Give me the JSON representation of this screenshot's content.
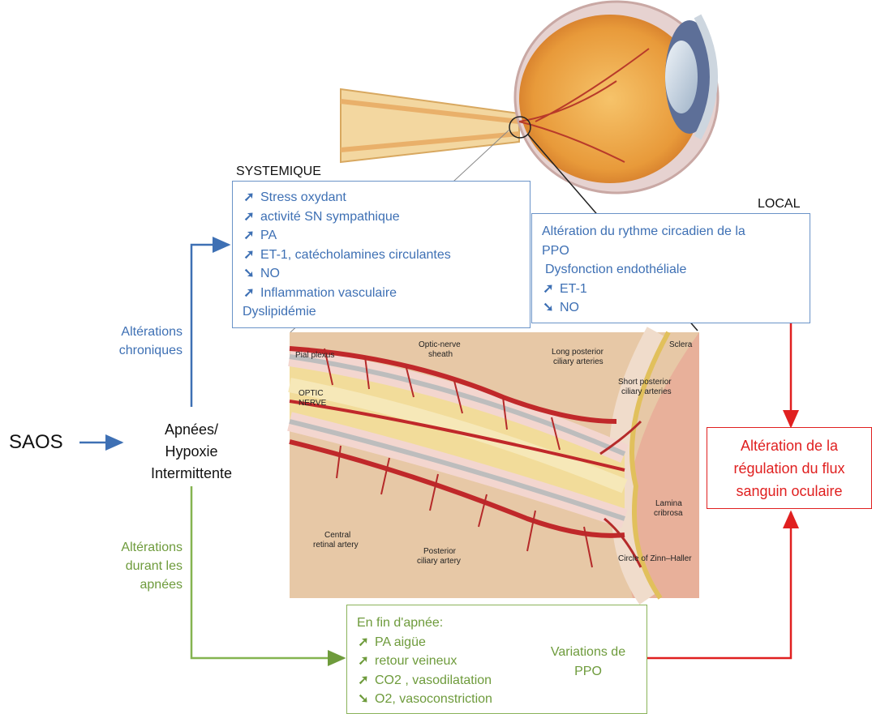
{
  "saos": "SAOS",
  "center": [
    "Apnées/",
    "Hypoxie",
    "Intermittente"
  ],
  "chronic_label": [
    "Altérations",
    "chroniques"
  ],
  "apnea_label": [
    "Altérations",
    "durant les",
    "apnées"
  ],
  "systemic": {
    "title": "SYSTEMIQUE",
    "items": [
      {
        "arrow": "up",
        "text": "Stress oxydant"
      },
      {
        "arrow": "up",
        "text": "activité SN sympathique"
      },
      {
        "arrow": "up",
        "text": "PA"
      },
      {
        "arrow": "up",
        "text": "ET-1, catécholamines circulantes"
      },
      {
        "arrow": "down",
        "text": "NO"
      },
      {
        "arrow": "up",
        "text": "Inflammation vasculaire"
      },
      {
        "arrow": "",
        "text": "Dyslipidémie"
      }
    ]
  },
  "local": {
    "title": "LOCAL",
    "lines": [
      "Altération du rythme circadien de la",
      "PPO",
      "Dysfonction endothéliale"
    ],
    "items": [
      {
        "arrow": "up",
        "text": "ET-1"
      },
      {
        "arrow": "down",
        "text": "NO"
      }
    ]
  },
  "result": [
    "Altération de la",
    "régulation du flux",
    "sanguin oculaire"
  ],
  "apnea_end": {
    "title": "En fin d'apnée:",
    "items": [
      {
        "arrow": "up",
        "text": "PA aigüe"
      },
      {
        "arrow": "up",
        "text": "retour veineux"
      },
      {
        "arrow": "up",
        "text": "CO2 , vasodilatation"
      },
      {
        "arrow": "down",
        "text": "O2, vasoconstriction"
      }
    ],
    "variation": [
      "Variations de",
      "PPO"
    ]
  },
  "illustration": {
    "labels": {
      "pial": "Pial plexus",
      "optic_nerve": [
        "OPTIC",
        "NERVE"
      ],
      "sheath": [
        "Optic-nerve",
        "sheath"
      ],
      "long_post": [
        "Long posterior",
        "ciliary arteries"
      ],
      "sclera": "Sclera",
      "short_post": [
        "Short posterior",
        "ciliary arteries"
      ],
      "lamina": [
        "Lamina",
        "cribrosa"
      ],
      "central": [
        "Central",
        "retinal artery"
      ],
      "posterior": [
        "Posterior",
        "ciliary artery"
      ],
      "zinn": "Circle of Zinn–Haller"
    }
  },
  "colors": {
    "blue": "#3e70b4",
    "green": "#6e9b3c",
    "red": "#e02020"
  }
}
